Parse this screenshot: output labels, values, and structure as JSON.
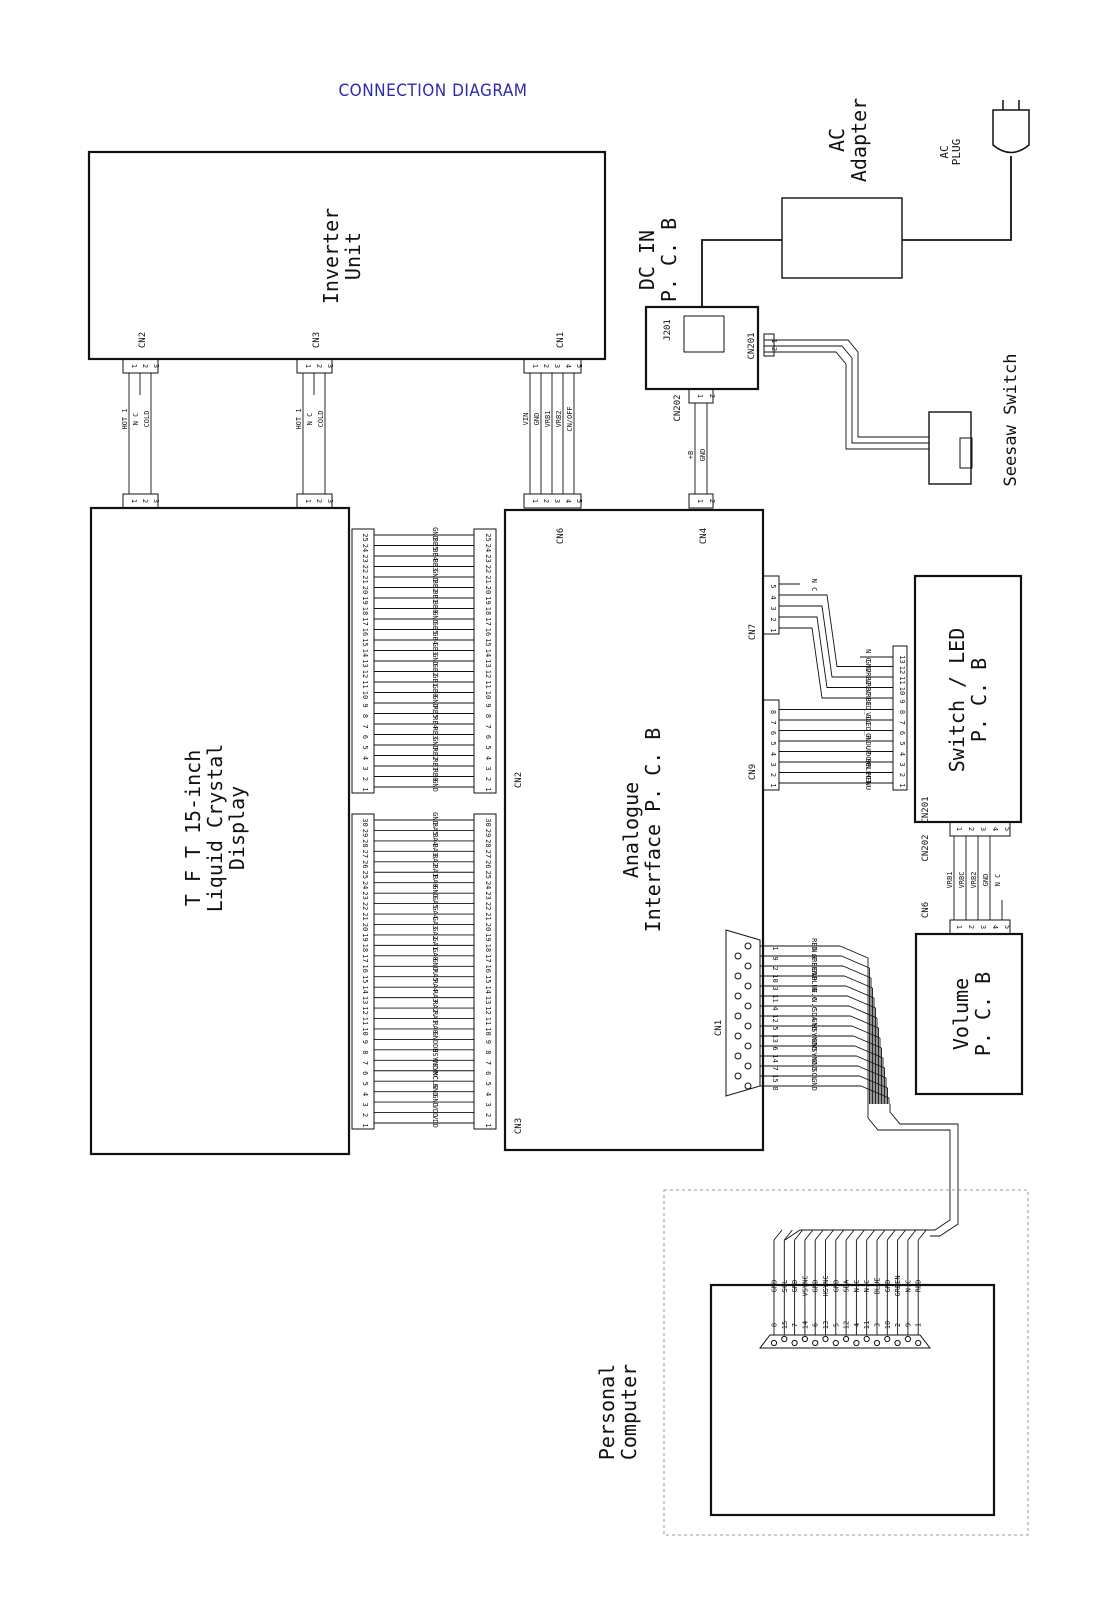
{
  "title": "CONNECTION DIAGRAM",
  "blocks": {
    "inverter": [
      "Inverter",
      "Unit"
    ],
    "lcd": [
      "T F T 15-inch",
      "Liquid Crystal",
      "Display"
    ],
    "analogue": [
      "Analogue",
      "Interface  P. C. B"
    ],
    "dcin": [
      "DC IN",
      "P. C. B"
    ],
    "ac_adapter": [
      "AC",
      "Adapter"
    ],
    "ac_plug": [
      "AC",
      "PLUG"
    ],
    "seesaw": "Seesaw Switch",
    "switch_led": [
      "Switch / LED",
      "P. C. B"
    ],
    "volume": [
      "Volume",
      "P. C. B"
    ],
    "pc": [
      "Personal",
      "Computer"
    ]
  },
  "connectors": {
    "inv_cn2": "CN2",
    "inv_cn3": "CN3",
    "inv_cn1": "CN1",
    "ai_cn6": "CN6",
    "ai_cn4": "CN4",
    "ai_cn7": "CN7",
    "ai_cn9": "CN9",
    "ai_cn2": "CN2",
    "ai_cn3": "CN3",
    "ai_cn1": "CN1",
    "dc_j201": "J201",
    "dc_cn201": "CN201",
    "dc_cn202": "CN202",
    "sw_cn201": "CN201",
    "sw_cn202": "CN202",
    "vol_cn6": "CN6"
  },
  "inverter_links": {
    "cn2": [
      "HOT 1",
      "N C",
      "COLD"
    ],
    "cn3": [
      "HOT 1",
      "N C",
      "COLD"
    ],
    "cn1": [
      "VIN",
      "GND",
      "VRB1",
      "VRB2",
      "CN/OFF"
    ]
  },
  "dc_link": [
    "+B",
    "GND"
  ],
  "lcd_cn2": [
    "GND",
    "RB0",
    "RB1",
    "RB2",
    "GND",
    "RB3",
    "RB4",
    "RB5",
    "GND",
    "GB0",
    "GB1",
    "GB2",
    "GND",
    "GB3",
    "GB4",
    "GB5",
    "GND",
    "BB0",
    "BB1",
    "BB2",
    "GND",
    "BB3",
    "BB4",
    "BB5",
    "GND"
  ],
  "lcd_cn3": [
    "VDD",
    "VDD",
    "GND",
    "GND",
    "MCLK",
    "VSYNC",
    "HSYNC",
    "DE",
    "GND",
    "RA0",
    "RA1",
    "RA2",
    "RA3",
    "RA4",
    "RA5",
    "GND",
    "GA0",
    "GA1",
    "GA2",
    "GA3",
    "GA4",
    "GA5",
    "GND",
    "BA0",
    "BA1",
    "BA2",
    "BA3",
    "BA4",
    "BA5",
    "GND"
  ],
  "cn7": [
    "1",
    "2",
    "3",
    "4",
    "5"
  ],
  "cn7_nc": "N C",
  "cn9": [
    "1",
    "2",
    "3",
    "4",
    "5",
    "6",
    "7",
    "8"
  ],
  "sw_pins": [
    {
      "n": "1",
      "s": "MENU"
    },
    {
      "n": "2",
      "s": "SELECT"
    },
    {
      "n": "3",
      "s": "DOWN"
    },
    {
      "n": "4",
      "s": "UP"
    },
    {
      "n": "5",
      "s": "GND"
    },
    {
      "n": "6",
      "s": "LED_R"
    },
    {
      "n": "7",
      "s": "VCC"
    },
    {
      "n": "8",
      "s": "LED_G"
    },
    {
      "n": "9",
      "s": "VRB1"
    },
    {
      "n": "10",
      "s": "VRBC"
    },
    {
      "n": "11",
      "s": "VRB2"
    },
    {
      "n": "12",
      "s": "GND"
    },
    {
      "n": "13",
      "s": "N C"
    }
  ],
  "sw_vol_pins": [
    "1",
    "2",
    "3",
    "4",
    "5"
  ],
  "sw_vol_sigs": [
    "VRB1",
    "VRBC",
    "VRB2",
    "GND",
    "N C"
  ],
  "dsub_pins": [
    {
      "n": "1",
      "s": "RED"
    },
    {
      "n": "9",
      "s": "N.C"
    },
    {
      "n": "2",
      "s": "GREEN"
    },
    {
      "n": "10",
      "s": "GND"
    },
    {
      "n": "3",
      "s": "BLUE"
    },
    {
      "n": "11",
      "s": "N.C"
    },
    {
      "n": "4",
      "s": "N.C"
    },
    {
      "n": "12",
      "s": "SDA"
    },
    {
      "n": "5",
      "s": "GND"
    },
    {
      "n": "13",
      "s": "HSYNC"
    },
    {
      "n": "6",
      "s": "GND"
    },
    {
      "n": "14",
      "s": "VSYNC"
    },
    {
      "n": "7",
      "s": "GND"
    },
    {
      "n": "15",
      "s": "SCL"
    },
    {
      "n": "8",
      "s": "GND"
    }
  ],
  "pc_pins": [
    {
      "n": "8",
      "s": "GND"
    },
    {
      "n": "15",
      "s": "SCL"
    },
    {
      "n": "7",
      "s": "GND"
    },
    {
      "n": "14",
      "s": "VSYNC"
    },
    {
      "n": "6",
      "s": "GND"
    },
    {
      "n": "13",
      "s": "HSYNC"
    },
    {
      "n": "5",
      "s": "GND"
    },
    {
      "n": "12",
      "s": "SDA"
    },
    {
      "n": "4",
      "s": "N.C"
    },
    {
      "n": "11",
      "s": "N.C"
    },
    {
      "n": "3",
      "s": "BLUE"
    },
    {
      "n": "10",
      "s": "GND"
    },
    {
      "n": "2",
      "s": "GREEN"
    },
    {
      "n": "9",
      "s": "N.C"
    },
    {
      "n": "1",
      "s": "RED"
    }
  ],
  "small_pins": {
    "three": [
      "1",
      "2",
      "3"
    ],
    "five": [
      "1",
      "2",
      "3",
      "4",
      "5"
    ],
    "two": [
      "1",
      "2"
    ],
    "cn201": [
      "1",
      "2"
    ]
  }
}
